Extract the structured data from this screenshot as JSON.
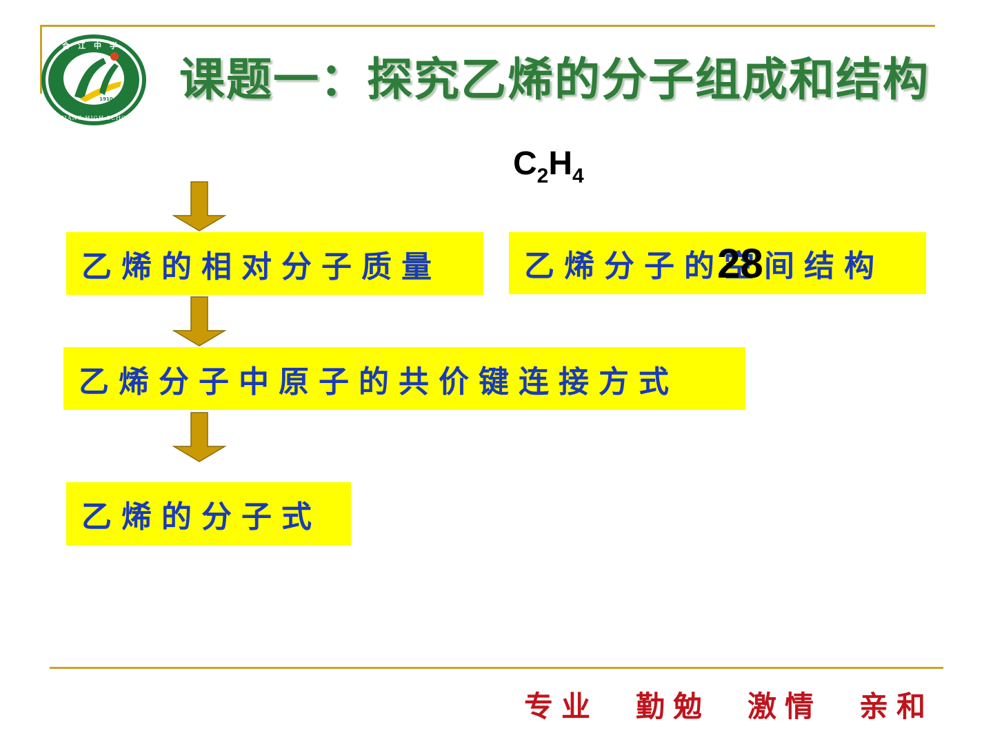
{
  "title": "课题一：探究乙烯的分子组成和结构",
  "logo": {
    "text_top": "合江中学",
    "text_bottom": "HEJIANG HIGH SCHOOL",
    "year": "1910",
    "colors": {
      "ring": "#1f7a3a",
      "accent": "#f2c300",
      "sun": "#e2431b"
    }
  },
  "formula": {
    "c": "C",
    "c_sub": "2",
    "h": "H",
    "h_sub": "4"
  },
  "boxes": {
    "relative_mass": "乙烯的相对分子质量",
    "spatial_structure": "乙烯分子的空间结构",
    "bond_connection": "乙烯分子中原子的共价键连接方式",
    "molecular_formula": "乙烯的分子式"
  },
  "overlay_value": "28",
  "motto": [
    "专业",
    "勤勉",
    "激情",
    "亲和"
  ],
  "colors": {
    "title": "#2f7d3a",
    "box_bg": "#ffff00",
    "box_text": "#1a3bb8",
    "arrow_fill": "#c99a06",
    "rule": "#c9a227",
    "motto": "#c0141c"
  }
}
